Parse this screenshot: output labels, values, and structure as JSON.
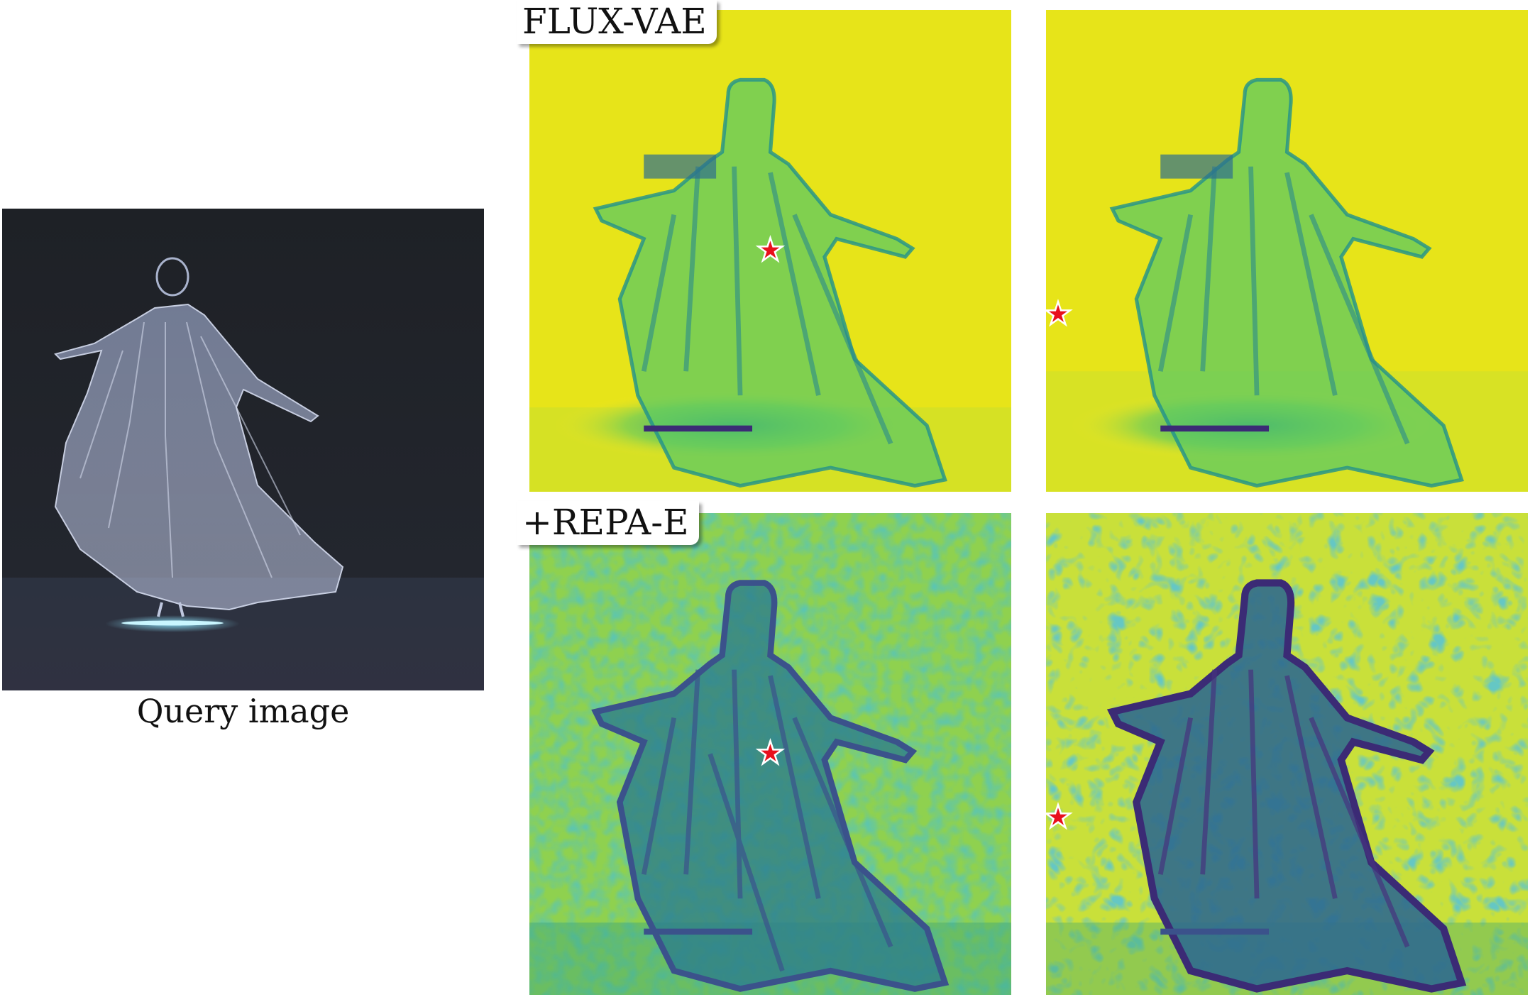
{
  "figure": {
    "query_caption": "Query image",
    "row_labels": [
      "FLUX-VAE",
      "+REPA-E"
    ],
    "colormap": [
      "#440154",
      "#3b528b",
      "#21918c",
      "#5ec962",
      "#fde725"
    ],
    "marker_color": "#e8101c",
    "query_background": "#20232a",
    "query_glow": "#8fe6ff"
  }
}
